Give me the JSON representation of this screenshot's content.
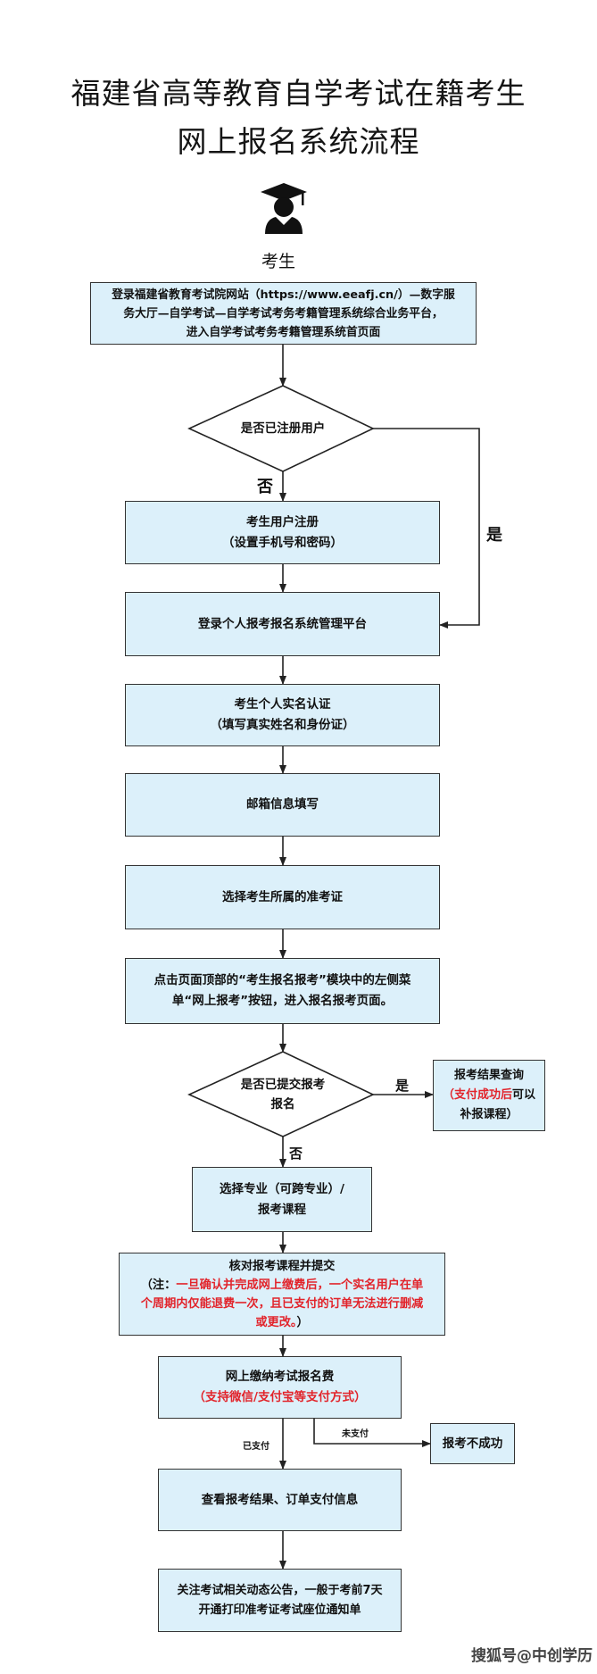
{
  "title": {
    "line1": "福建省高等教育自学考试在籍考生",
    "line2": "网上报名系统流程"
  },
  "actor": {
    "label": "考生",
    "icon": "student-icon"
  },
  "steps": {
    "login_site": {
      "line1": "登录福建省教育考试院网站（https://www.eeafj.cn/）—数字服",
      "line2": "务大厅—自学考试—自学考试考务考籍管理系统综合业务平台，",
      "line3": "进入自学考试考务考籍管理系统首页面"
    },
    "registered_q": "是否已注册用户",
    "no1": "否",
    "yes1": "是",
    "register": {
      "line1": "考生用户注册",
      "line2": "（设置手机号和密码）"
    },
    "login_platform": "登录个人报考报名系统管理平台",
    "realname": {
      "line1": "考生个人实名认证",
      "line2": "（填写真实姓名和身份证）"
    },
    "email": "邮箱信息填写",
    "admission": "选择考生所属的准考证",
    "click_menu": {
      "line1": "点击页面顶部的“考生报名报考”模块中的左侧菜",
      "line2": "单“网上报考”按钮，进入报名报考页面。"
    },
    "submitted_q": {
      "line1": "是否已提交报考",
      "line2": "报名"
    },
    "yes2": "是",
    "no2": "否",
    "result_query": {
      "line1": "报考结果查询",
      "line2_red": "（支付成功后",
      "line2_black": "可以",
      "line3": "补报课程）"
    },
    "choose_major": {
      "line1": "选择专业（可跨专业）/",
      "line2": "报考课程"
    },
    "verify": {
      "line1": "核对报考课程并提交",
      "line2_black": "（注：",
      "line2_red": "一旦确认并完成网上缴费后，一个实名用户在单",
      "line3_red": "个周期内仅能退费一次，且已支付的订单无法进行删减",
      "line4_red": "或更改。",
      "line4_black": "）"
    },
    "pay": {
      "line1": "网上缴纳考试报名费",
      "line2": "（支持微信/支付宝等支付方式）"
    },
    "paid": "已支付",
    "unpaid": "未支付",
    "fail": "报考不成功",
    "check_result": "查看报考结果、订单支付信息",
    "notice": {
      "line1": "关注考试相关动态公告，一般于考前7天",
      "line2": "开通打印准考证考试座位通知单"
    }
  },
  "watermark": "搜狐号@中创学历",
  "colors": {
    "box_fill": "#dcf0fa",
    "border": "#333333",
    "note_red": "#e2242b"
  }
}
